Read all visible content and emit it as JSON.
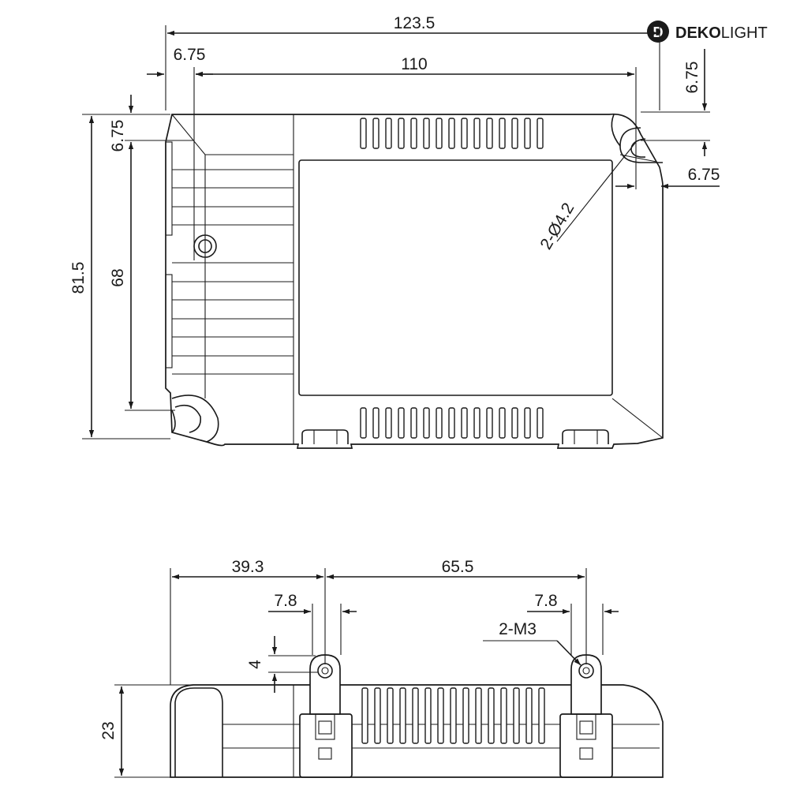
{
  "brand": {
    "logo_letter": "D",
    "name_bold": "DEKO",
    "name_light": "LIGHT",
    "color": "#1a1a1a"
  },
  "top_view": {
    "overall_length": "123.5",
    "hole_spacing_length": "110",
    "left_offset": "6.75",
    "right_top_offset": "6.75",
    "right_side_offset": "6.75",
    "top_offset": "6.75",
    "overall_width": "81.5",
    "hole_spacing_width": "68",
    "hole_callout": "2-Ø4.2"
  },
  "side_view": {
    "left_to_clip": "39.3",
    "clip_spacing": "65.5",
    "clip_width_left": "7.8",
    "clip_width_right": "7.8",
    "clip_hole_offset": "4",
    "height": "23",
    "screw_callout": "2-M3"
  }
}
